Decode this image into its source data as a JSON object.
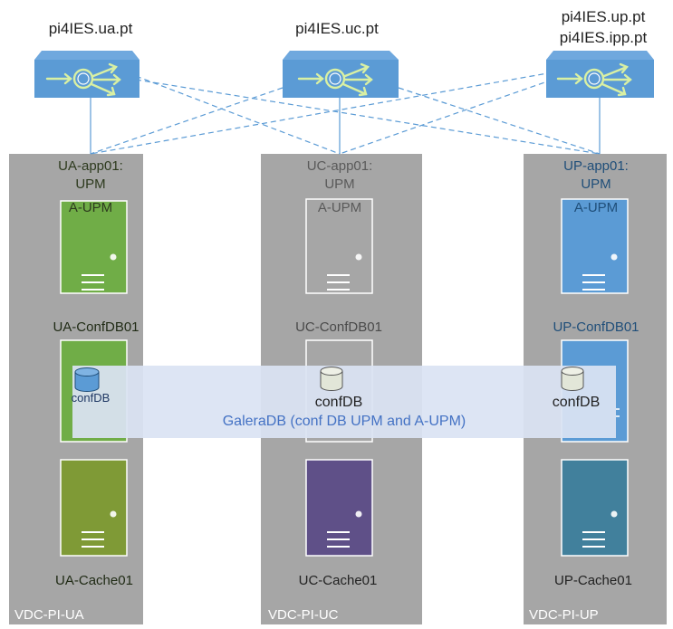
{
  "routers": [
    {
      "label": "pi4IES.ua.pt",
      "label2": ""
    },
    {
      "label": "pi4IES.uc.pt",
      "label2": ""
    },
    {
      "label": "pi4IES.up.pt",
      "label2": "pi4IES.ipp.pt"
    }
  ],
  "sites": [
    {
      "vdc": "VDC-PI-UA",
      "app_line1": "UA-app01:",
      "app_line2": "UPM",
      "app_line3": "A-UPM",
      "confdb": "UA-ConfDB01",
      "cache": "UA-Cache01",
      "db_label": "confDB"
    },
    {
      "vdc": "VDC-PI-UC",
      "app_line1": "UC-app01:",
      "app_line2": "UPM",
      "app_line3": "A-UPM",
      "confdb": "UC-ConfDB01",
      "cache": "UC-Cache01",
      "db_label": "confDB"
    },
    {
      "vdc": "VDC-PI-UP",
      "app_line1": "UP-app01:",
      "app_line2": "UPM",
      "app_line3": "A-UPM",
      "confdb": "UP-ConfDB01",
      "cache": "UP-Cache01",
      "db_label": "confDB"
    }
  ],
  "galera": {
    "label": "GaleraDB (conf DB UPM and A-UPM)"
  },
  "colors": {
    "column_bg": "#a6a6a6",
    "router_fill": "#5b9bd5",
    "link_line": "#5b9bd5",
    "galera_band": "#dae3f3",
    "galera_text": "#4472c4",
    "ua_app": "#70ad47",
    "ua_confdb": "#70ad47",
    "ua_cache": "#7f9a36",
    "uc_app": "#a6a6a6",
    "uc_confdb": "#a6a6a6",
    "uc_cache": "#5f5088",
    "up_app": "#5b9bd5",
    "up_confdb": "#5b9bd5",
    "up_cache": "#41809c",
    "ua_db": "#5b9bd5",
    "uc_db": "#e2e6d8",
    "up_db": "#e2e6d8"
  }
}
